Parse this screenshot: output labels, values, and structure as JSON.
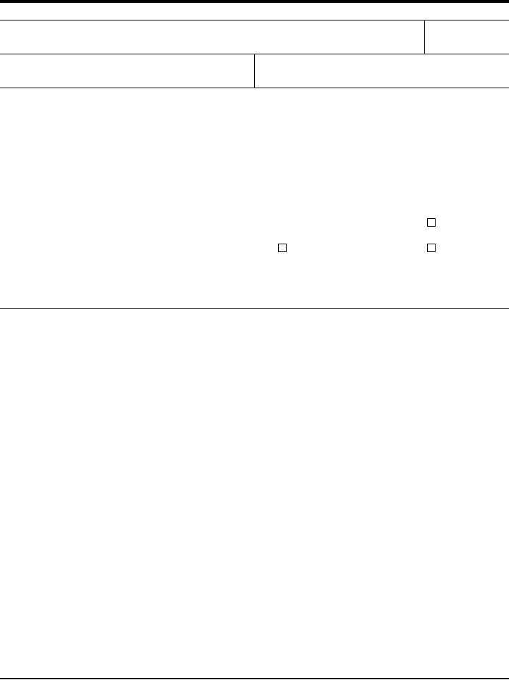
{
  "colors": {
    "ink": "#000000",
    "paper": "#ffffff"
  },
  "form": {
    "row1": {
      "wide_field": {
        "value": ""
      },
      "narrow_field": {
        "value": ""
      }
    },
    "row2": {
      "left_field": {
        "value": ""
      },
      "right_field": {
        "value": ""
      }
    },
    "checkboxes": [
      {
        "id": "checkbox-upper-right",
        "checked": false
      },
      {
        "id": "checkbox-middle",
        "checked": false
      },
      {
        "id": "checkbox-lower-right",
        "checked": false
      }
    ]
  }
}
